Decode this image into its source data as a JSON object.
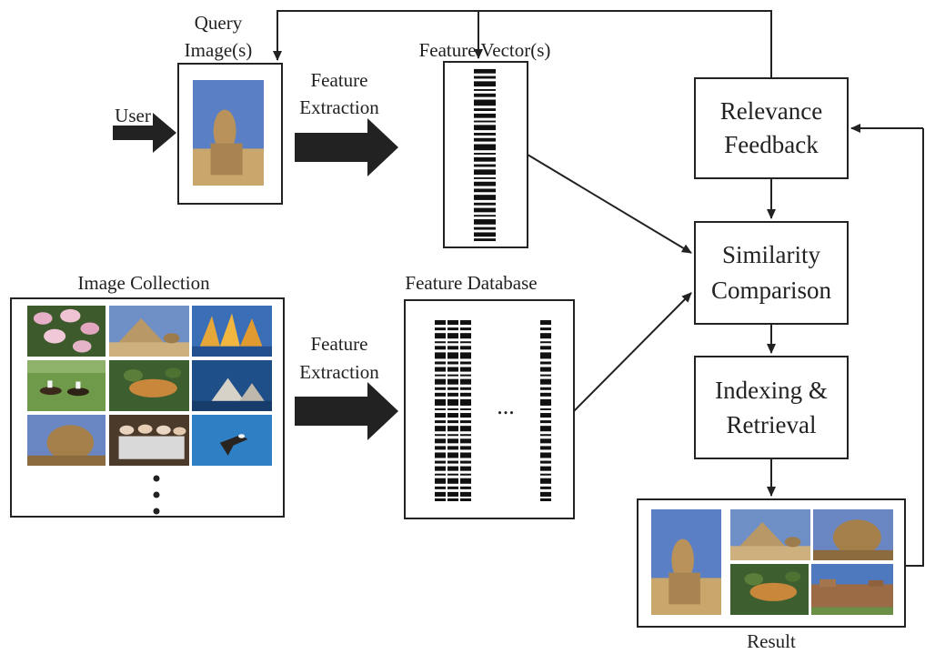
{
  "labels": {
    "query_line1": "Query",
    "query_line2": "Image(s)",
    "user": "User",
    "feature_extraction_top_line1": "Feature",
    "feature_extraction_top_line2": "Extraction",
    "feature_vectors": "Feature Vector(s)",
    "image_collection": "Image Collection",
    "feature_extraction_bottom_line1": "Feature",
    "feature_extraction_bottom_line2": "Extraction",
    "feature_database": "Feature Database",
    "ellipsis": "...",
    "result": "Result"
  },
  "boxes": {
    "relevance_line1": "Relevance",
    "relevance_line2": "Feedback",
    "similarity_line1": "Similarity",
    "similarity_line2": "Comparison",
    "indexing_line1": "Indexing &",
    "indexing_line2": "Retrieval"
  },
  "icons": {
    "query_image": "sphinx-photo",
    "collection": [
      "flowers-photo",
      "pyramid-sphinx-photo",
      "sailboats-photo",
      "horse-riders-photo",
      "tiger-jungle-photo",
      "coast-rocks-photo",
      "sphinx-head-photo",
      "people-group-photo",
      "eagle-sky-photo"
    ],
    "result": [
      "sphinx-photo",
      "pyramid-sphinx-photo",
      "sphinx-head-photo",
      "tiger-jungle-photo",
      "ruins-photo"
    ],
    "barcode": "feature-barcode"
  },
  "colors": {
    "stroke": "#222222",
    "sky": "#5a7fc4",
    "sand": "#c9a66b"
  }
}
